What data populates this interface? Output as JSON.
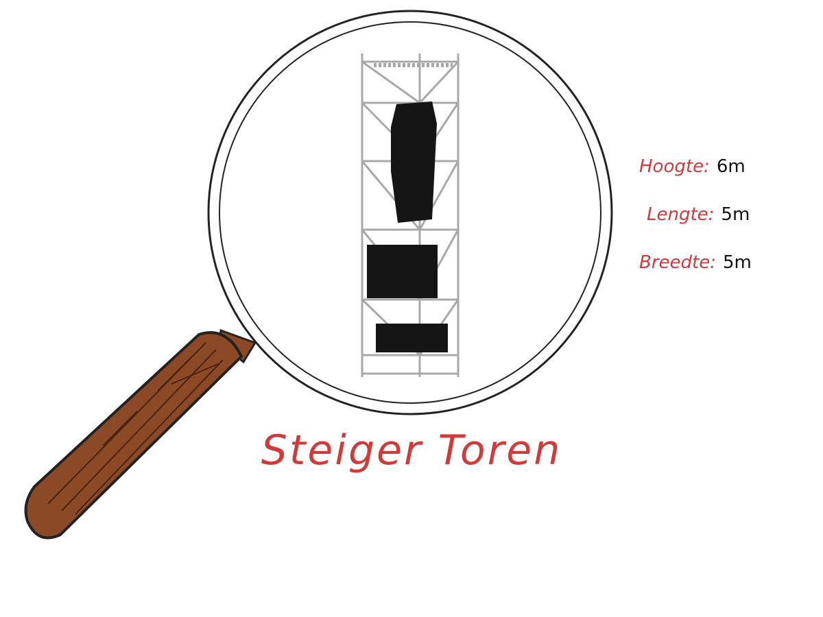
{
  "title": "Steiger Toren",
  "specs": [
    {
      "label": "Hoogte:",
      "value": "6m"
    },
    {
      "label": "Lengte:",
      "value": "5m"
    },
    {
      "label": "Breedte:",
      "value": "5m"
    }
  ],
  "colors": {
    "accent": "#d23a3a",
    "handle": "#8b4a25",
    "frame": "#222222",
    "scaffold": "#a8a8a8"
  }
}
